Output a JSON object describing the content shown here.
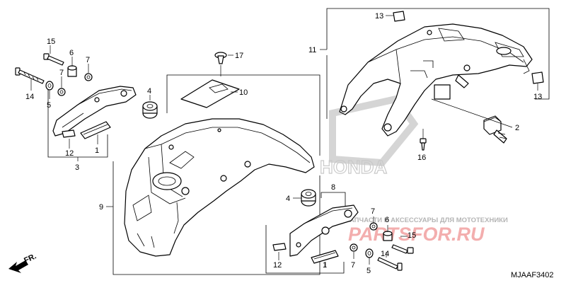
{
  "diagram": {
    "code": "MJAAF3402",
    "direction_label": "FR.",
    "brand_watermark": "HONDA",
    "shop_watermark_line1": "ЗАПЧАСТИ И АКСЕССУАРЫ ДЛЯ МОТОТЕХНИКИ",
    "shop_watermark_logo": "PARTSFOR.RU",
    "callouts": {
      "c1a": "1",
      "c1b": "1",
      "c2": "2",
      "c3": "3",
      "c4a": "4",
      "c4b": "4",
      "c5a": "5",
      "c5b": "5",
      "c6a": "6",
      "c6b": "6",
      "c7a": "7",
      "c7b": "7",
      "c7c": "7",
      "c7d": "7",
      "c8": "8",
      "c9": "9",
      "c10": "10",
      "c11": "11",
      "c12a": "12",
      "c12b": "12",
      "c13a": "13",
      "c13b": "13",
      "c14a": "14",
      "c14b": "14",
      "c15a": "15",
      "c15b": "15",
      "c16": "16",
      "c17": "17"
    }
  }
}
